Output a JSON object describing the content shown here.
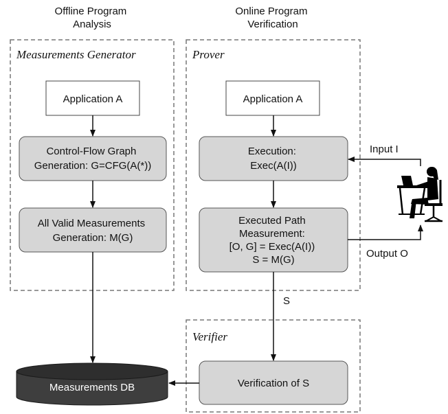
{
  "headers": {
    "offline": [
      "Offline Program",
      "Analysis"
    ],
    "online": [
      "Online Program",
      "Verification"
    ]
  },
  "groups": {
    "generator": "Measurements Generator",
    "prover": "Prover",
    "verifier": "Verifier"
  },
  "boxes": {
    "app_left": [
      "Application A"
    ],
    "cfg": [
      "Control-Flow Graph",
      "Generation: G=CFG(A(*))"
    ],
    "valid": [
      "All Valid Measurements",
      "Generation: M(G)"
    ],
    "app_right": [
      "Application A"
    ],
    "exec": [
      "Execution:",
      "Exec(A(I))"
    ],
    "path": [
      "Executed Path",
      "Measurement:",
      "[O, G] = Exec(A(I))",
      "S = M(G)"
    ],
    "verif": [
      "Verification of S"
    ]
  },
  "database": "Measurements DB",
  "labels": {
    "input": "Input I",
    "output": "Output O",
    "s": "S"
  },
  "icons": {
    "user": "person-at-desk-icon"
  },
  "colors": {
    "box_fill": "#d6d6d6",
    "box_stroke": "#555555",
    "db_fill": "#3e3e3e",
    "arrow": "#111111"
  }
}
